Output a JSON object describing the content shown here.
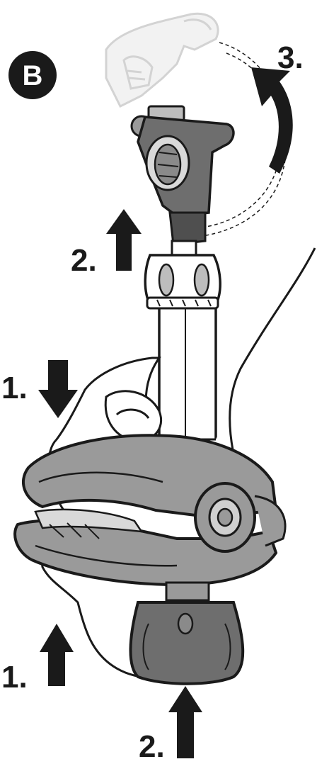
{
  "badge": {
    "letter": "B"
  },
  "steps": {
    "rotate": "3.",
    "raise_head": "2.",
    "press_top": "1.",
    "press_bottom": "1.",
    "push_knob": "2."
  },
  "colors": {
    "ink": "#1a1a1a",
    "clamp_body": "#9a9a9a",
    "clamp_dark": "#6e6e6e",
    "pole": "#ffffff",
    "ghost": "#c8c8c8",
    "badge_bg": "#1a1a1a"
  }
}
